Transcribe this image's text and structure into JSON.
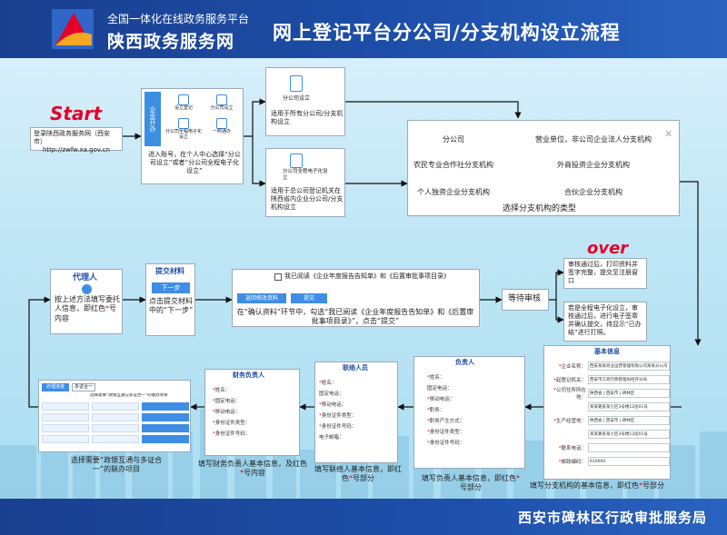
{
  "header": {
    "subtitle": "全国一体化在线政务服务平台",
    "brand": "陕西政务服务网",
    "title": "网上登记平台分公司/分支机构设立流程"
  },
  "footer": {
    "agency": "西安市碑林区行政审批服务局"
  },
  "start": {
    "label": "Start",
    "text_line1": "登录陕西政务服务网（西安市）",
    "text_line2": "http://zwfw.xa.gov.cn"
  },
  "entry": {
    "side_tab": "企业开办",
    "caption": "进入账号，在个人中心选择“分公司设立”或者“分公司全程电子化设立”",
    "icons": [
      "设立登记",
      "分公司设立",
      "分公司全程电子化设立",
      "一照通办"
    ]
  },
  "choice_top": {
    "title": "分公司设立",
    "desc": "适用于所有分公司/分支机构设立"
  },
  "choice_bottom": {
    "title": "分公司全程电子化设立",
    "desc": "适用于总公司登记机关在陕西省内企业分公司/分支机构设立"
  },
  "types": {
    "items": [
      "分公司",
      "营业单位，非公司企业法人分支机构",
      "农民专业合作社分支机构",
      "外商投资企业分支机构",
      "个人独资企业分支机构",
      "合伙企业分支机构"
    ],
    "close": "✕",
    "caption": "选择分支机构的类型"
  },
  "over": {
    "label": "over",
    "pass_text": "审核通过后，打印资料并签字完整，提交至注册窗口",
    "fail_text": "若是全程电子化设立，审核通过后，进行电子签章并确认提交，待显示“已办结”进行打照。"
  },
  "agent": {
    "title": "代理人",
    "desc_part1": "按上述方法填写委托人信息，即红色",
    "desc_star": "*",
    "desc_part2": "号内容"
  },
  "submit": {
    "title": "提交材料",
    "button": "下一步",
    "desc": "点击提交材料中的“下一步”"
  },
  "confirm": {
    "checkbox_label": "我已阅读《企业年度报告告知单》和《后置审批事项目录》",
    "back_button": "返回修改资料",
    "submit_button": "提交",
    "desc": "在“确认资料”环节中，勾选“我已阅读《企业年度报告告知单》和《后置审批事项目录》”，点击“提交”"
  },
  "wait": {
    "label": "等待审核"
  },
  "basic": {
    "header": "基本信息",
    "fields": [
      {
        "label": "*企业名称：",
        "value": "西安某某商业运营管理有限公司某某分公司"
      },
      {
        "label": "*起登记机关：",
        "value": "西安市工商行政管理局经开分局"
      },
      {
        "label": "*公司住所所在地：",
        "value": "陕西省 | 西安市 | 碑林区"
      },
      {
        "label": "",
        "value": "某某路某某小区3号楼12层01号"
      },
      {
        "label": "*生产经营地：",
        "value": "陕西省 | 西安市 | 碑林区"
      },
      {
        "label": "",
        "value": "某某路某某小区3号楼12层01号"
      },
      {
        "label": "*联系电话：",
        "value": ""
      },
      {
        "label": "*邮政编码：",
        "value": "610000"
      }
    ],
    "caption_part1": "填写分支机构的基本信息，即红色",
    "caption_star": "*",
    "caption_part2": "号部分"
  },
  "leader": {
    "header": "负责人",
    "fields": [
      "*姓名：",
      "固定电话：",
      "*移动电话：",
      "*职务：",
      "*职务产生方式：",
      "*身份证件类型：",
      "*身份证件号码："
    ],
    "caption_part1": "填写负责人基本信息，即红色",
    "caption_star": "*",
    "caption_part2": "号部分"
  },
  "contact": {
    "header": "联络人员",
    "fields": [
      "*姓名：",
      "固定电话：",
      "*移动电话：",
      "*身份证件类型：",
      "*身份证件号码：",
      "电子邮箱："
    ],
    "caption_part1": "填写联络人基本信息，即红色",
    "caption_star": "*",
    "caption_part2": "号部分"
  },
  "finance": {
    "header": "财务负责人",
    "fields": [
      "*姓名：",
      "*固定电话：",
      "*移动电话：",
      "*身份证件类型：",
      "*身份证件号码："
    ],
    "caption_part1": "填写财务负责人基本信息，及红色",
    "caption_star": "*",
    "caption_part2": "号内容"
  },
  "linked": {
    "tabs": [
      "办理进度",
      "多证合一"
    ],
    "header": "选择需要“政银互通与多证合一”的联办项目",
    "caption": "选择需要“政银互通与多证合一”的联办项目"
  },
  "colors": {
    "header_blue": "#1d4ea8",
    "accent_red": "#e4002b",
    "button_blue": "#3e8ee6"
  }
}
